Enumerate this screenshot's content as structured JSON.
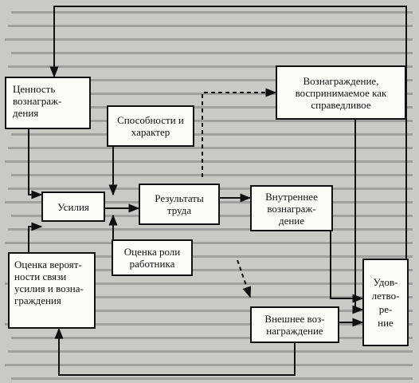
{
  "diagram": {
    "boxes": {
      "reward_value": "Ценность\nвознаграж-\nдения",
      "abilities": "Способности и\nхарактер",
      "perceived_fair_reward": "Вознаграждение,\nвоспринимаемое как\nсправедливое",
      "effort": "Усилия",
      "results": "Результаты\nтруда",
      "internal_reward": "Внутреннее\nвознаграж-\nдение",
      "role_assessment": "Оценка роли\nработника",
      "probability_assessment": "Оценка вероят-\nности связи\nусилия и возна-\nграждения",
      "external_reward": "Внешнее воз-\nнаграждение",
      "satisfaction": "Удов-\nлетво-\nре-\nние"
    }
  }
}
